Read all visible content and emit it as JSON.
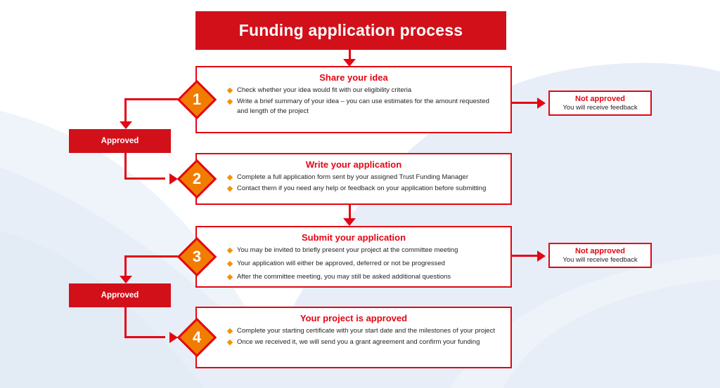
{
  "title": "Funding application process",
  "steps": [
    {
      "number": "1",
      "heading": "Share your idea",
      "bullets": [
        "Check whether your idea would fit with our eligibility criteria",
        "Write a brief summary of your idea – you can use estimates for the amount requested and length of the project"
      ]
    },
    {
      "number": "2",
      "heading": "Write your application",
      "bullets": [
        "Complete a full application form sent by your assigned Trust Funding Manager",
        "Contact them if you need any help or feedback on your application before submitting"
      ]
    },
    {
      "number": "3",
      "heading": "Submit your application",
      "bullets": [
        "You may be invited to briefly present your project at the committee meeting",
        "Your application will either be approved, deferred or not be progressed",
        "After the committee meeting, you may still be asked additional questions"
      ]
    },
    {
      "number": "4",
      "heading": "Your project is approved",
      "bullets": [
        "Complete your starting certificate with your start date and the milestones of your project",
        "Once we received it, we will send you a grant agreement and confirm your funding"
      ]
    }
  ],
  "branches": {
    "approved": [
      {
        "label": "Approved"
      },
      {
        "label": "Approved"
      }
    ],
    "not_approved": [
      {
        "title": "Not approved",
        "subtitle": "You will receive feedback"
      },
      {
        "title": "Not approved",
        "subtitle": "You will receive feedback"
      }
    ]
  },
  "colors": {
    "red_fill": "#d2101a",
    "red_line": "#e30613",
    "orange_diamond": "#f07d00",
    "orange_bullet": "#f39200",
    "text_dark": "#231f20",
    "background_blue": "#e7eef7",
    "background_blue_light": "#eff4fa"
  }
}
